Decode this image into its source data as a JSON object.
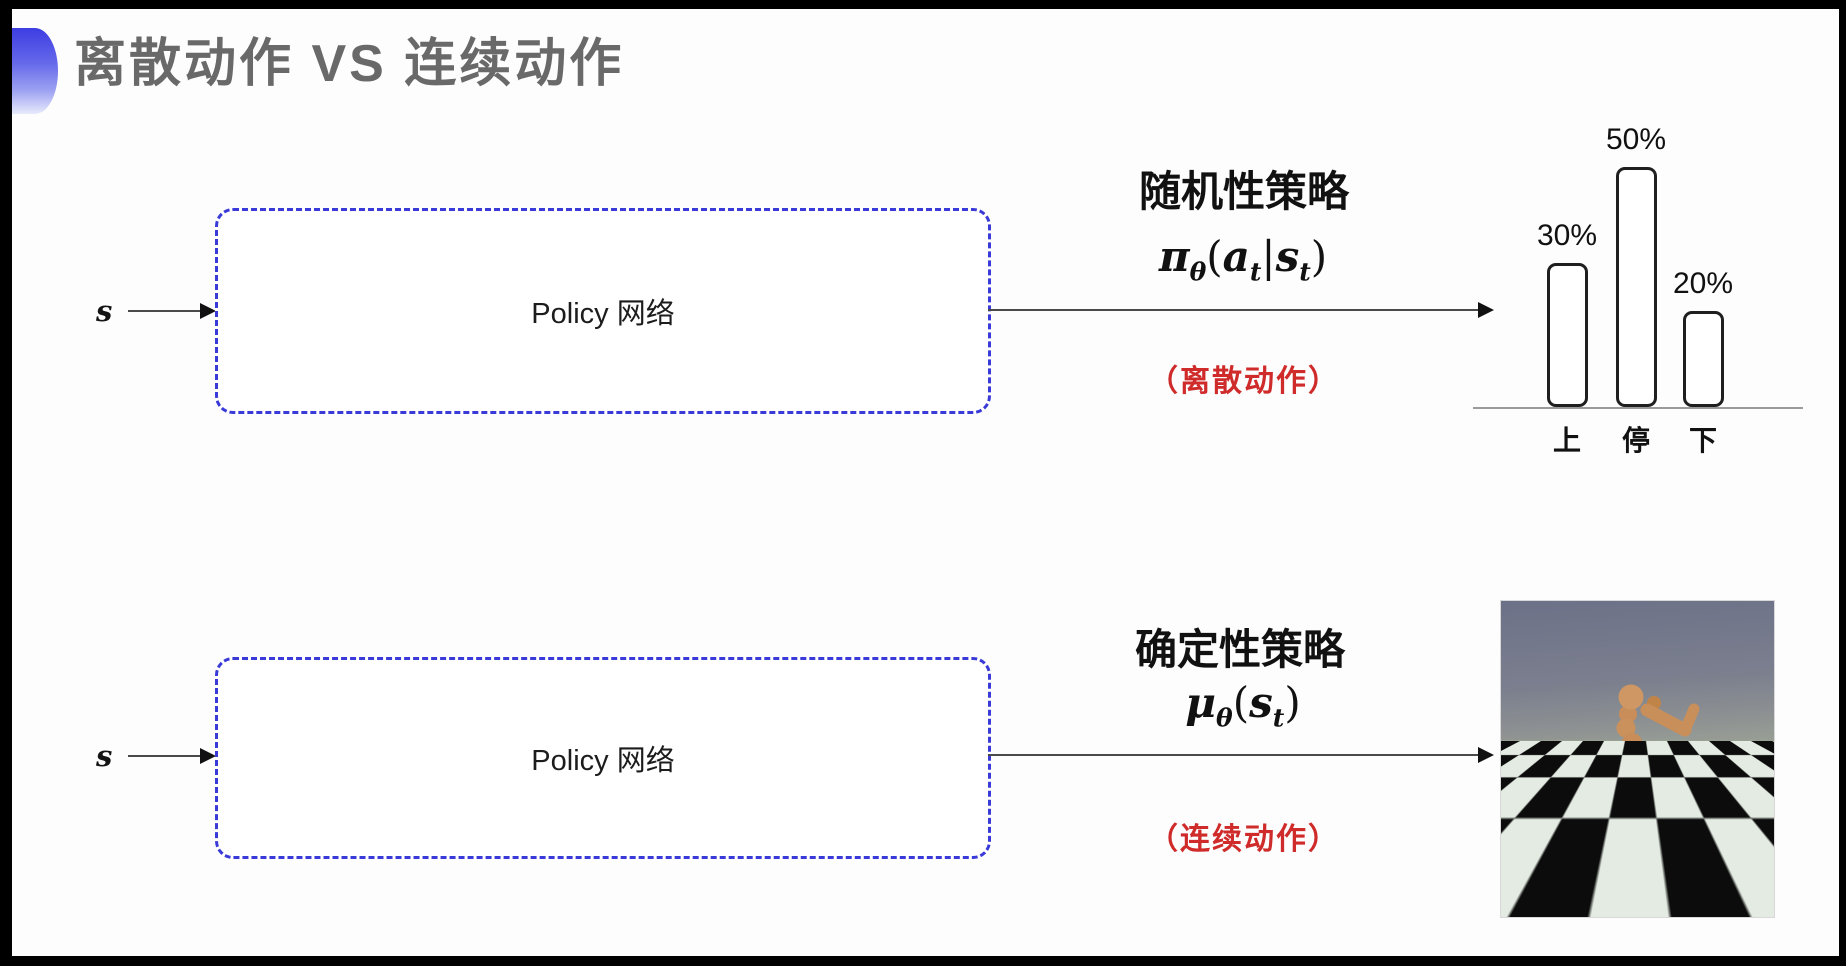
{
  "title": {
    "text": "离散动作 VS 连续动作",
    "color": "#696969",
    "accent_gradient_top": "#3d3de2",
    "accent_gradient_bottom": "#e8ebfb"
  },
  "rows": [
    {
      "input_label": "s",
      "box_label": "Policy 网络",
      "policy_type": "随机性策略",
      "formula": {
        "head": "π",
        "head_sub": "θ",
        "open": "(",
        "arg1": "a",
        "arg1_sub": "t",
        "bar": "|",
        "arg2": "s",
        "arg2_sub": "t",
        "close": ")"
      },
      "action_note": "（离散动作）"
    },
    {
      "input_label": "s",
      "box_label": "Policy 网络",
      "policy_type": "确定性策略",
      "formula": {
        "head": "μ",
        "head_sub": "θ",
        "open": "(",
        "arg2": "s",
        "arg2_sub": "t",
        "close": ")"
      },
      "action_note": "（连续动作）"
    }
  ],
  "chart_data": {
    "type": "bar",
    "categories": [
      "上",
      "停",
      "下"
    ],
    "values": [
      30,
      50,
      20
    ],
    "value_labels": [
      "30%",
      "50%",
      "20%"
    ],
    "title": "",
    "xlabel": "",
    "ylabel": "",
    "ylim": [
      0,
      55
    ],
    "grid": false,
    "legend": "none",
    "bar_style": "outlined rounded bars, white fill, black border"
  },
  "colors": {
    "dashed_box_border": "#3a3ad8",
    "action_note_red": "#cf2b2b",
    "arrow": "#111111",
    "chart_baseline": "#9a9a9a",
    "bar_border": "#1f1f1f",
    "text_black": "#111111"
  },
  "humanoid_scene": {
    "content": "humanoid robot kneeling on checkerboard floor",
    "sky_top": "#6c7188",
    "sky_bottom": "#99a095",
    "floor_light": "#e3ebe2",
    "floor_dark": "#0c0c0c",
    "body_color": "#c98f5b"
  }
}
